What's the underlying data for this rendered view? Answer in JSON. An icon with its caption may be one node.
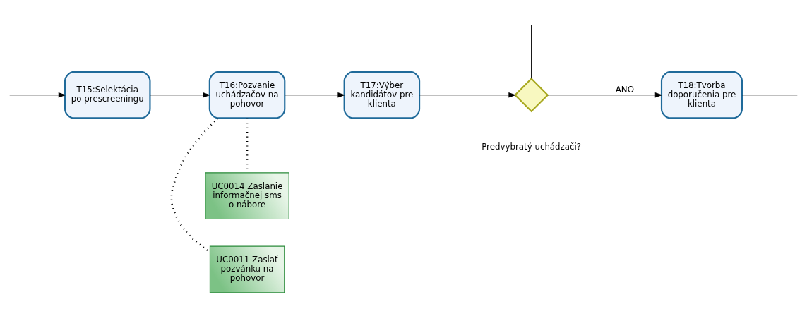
{
  "diagram": {
    "nodes": [
      {
        "text": [
          "T15:Selektácia po prescreeningu"
        ]
      },
      {
        "text": [
          "T16:Pozvanie uchádzačov na pohovor"
        ]
      },
      {
        "text": [
          "T17:Výber kandidátov pre klienta"
        ]
      },
      {
        "text": [],
        "shape": "diamond",
        "beside": [
          "Predvybratý uchádzači?"
        ]
      },
      {
        "text": [
          "T18:Tvorba doporučenia pre klienta"
        ]
      },
      {
        "text": [
          "UC0011 Zaslať pozvánku na pohovor"
        ]
      },
      {
        "text": [
          "UC0014 Zaslanie informačnej sms o nábore"
        ]
      }
    ],
    "edges": [
      {
        "from": null,
        "to": 0,
        "arrow": "to"
      },
      {
        "from": 0,
        "to": 1,
        "arrow": "to"
      },
      {
        "from": 1,
        "to": 2,
        "arrow": "to"
      },
      {
        "from": 2,
        "to": 3,
        "arrow": "to"
      },
      {
        "from": 3,
        "to": null,
        "arrow": "none"
      },
      {
        "from": 3,
        "to": 4,
        "arrow": "to",
        "label": "ANO"
      },
      {
        "from": 4,
        "to": null,
        "arrow": "none"
      },
      {
        "from": 1,
        "to": 5,
        "arrow": "none",
        "style": "dashed"
      },
      {
        "from": 1,
        "to": 6,
        "arrow": "none",
        "style": "dashed"
      }
    ]
  }
}
